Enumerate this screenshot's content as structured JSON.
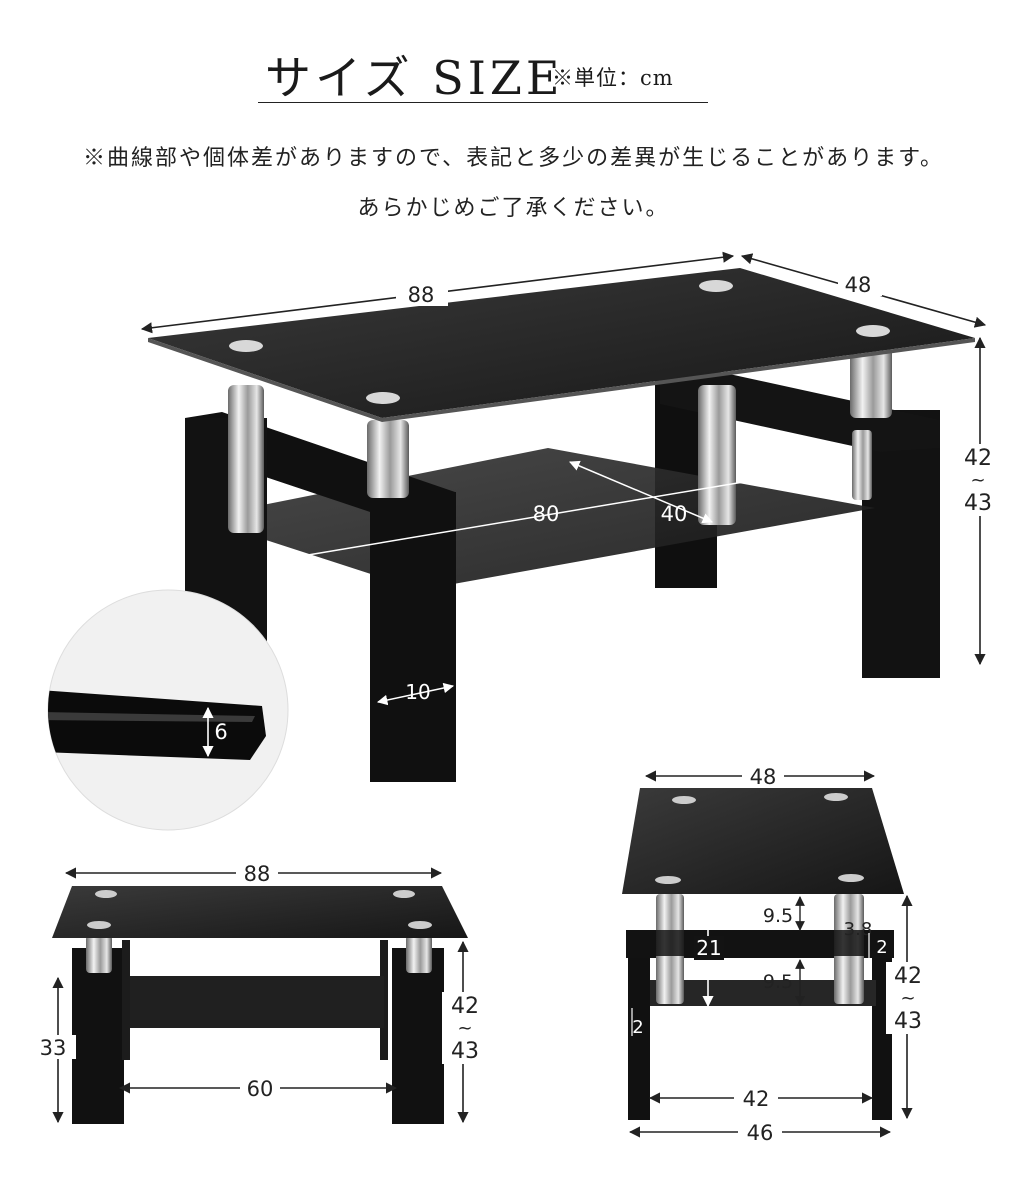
{
  "header": {
    "title": "サイズ SIZE",
    "unit_note": "※単位：cm",
    "note_line1": "※曲線部や個体差がありますので、表記と多少の差異が生じることがあります。",
    "note_line2": "あらかじめご了承ください。"
  },
  "main_view": {
    "width": "88",
    "depth": "48",
    "height_a": "42",
    "height_sep": "~",
    "height_b": "43",
    "shelf_width": "80",
    "shelf_depth": "40",
    "leg_width": "10"
  },
  "detail": {
    "glass_thickness": "6"
  },
  "front_view": {
    "width": "88",
    "height_a": "42",
    "height_sep": "~",
    "height_b": "43",
    "leg_height": "33",
    "inner_width": "60"
  },
  "side_view": {
    "top_width": "48",
    "gap_upper": "9.5",
    "gap_lower": "9.5",
    "post_height": "21",
    "beam": "3.8",
    "beam_thickness": "2",
    "shelf_thickness": "2",
    "height_a": "42",
    "height_sep": "~",
    "height_b": "43",
    "inner_width": "42",
    "base_width": "46"
  },
  "colors": {
    "glass": "#232323",
    "frame": "#111111",
    "chrome": "#c8c8c8",
    "dim_line": "#222222"
  }
}
